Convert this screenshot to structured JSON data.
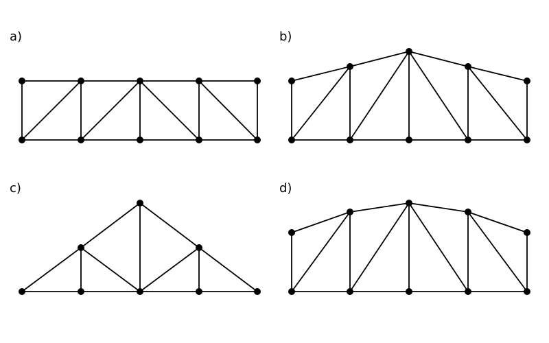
{
  "panels": [
    {
      "label": "a)"
    },
    {
      "label": "b)"
    },
    {
      "label": "c)"
    },
    {
      "label": "d)"
    }
  ],
  "colors": {
    "member": "#000000",
    "node": "#000000"
  }
}
